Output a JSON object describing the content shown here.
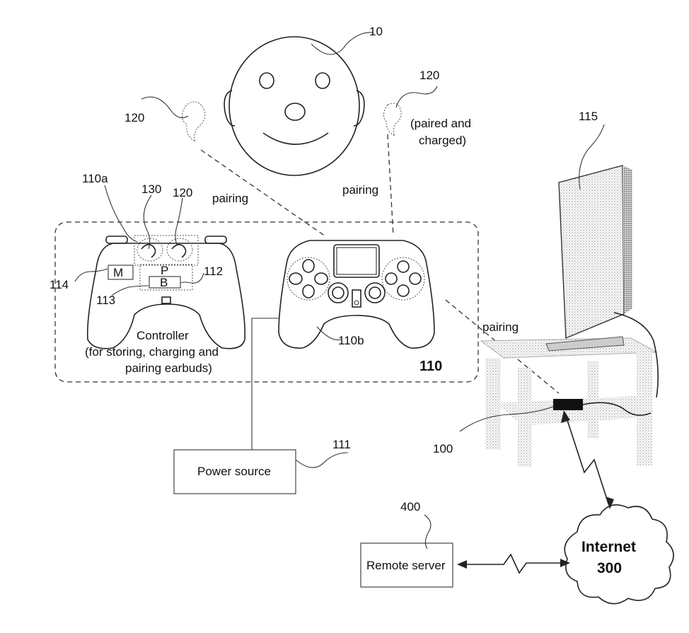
{
  "diagram": {
    "reference_numerals": {
      "user": "10",
      "earbud_left": "120",
      "earbud_right": "120",
      "controller_a": "110a",
      "stored_earbud": "130",
      "stored_earbud_b": "120",
      "module_m": "114",
      "module_pb": "112",
      "module_113": "113",
      "controller_b": "110b",
      "controller_system": "110",
      "display": "115",
      "power_source": "111",
      "console": "100",
      "remote_server": "400"
    },
    "labels": {
      "paired_line1": "(paired and",
      "paired_line2": "charged)",
      "pairing_left": "pairing",
      "pairing_right": "pairing",
      "pairing_console": "pairing",
      "controller_title": "Controller",
      "controller_desc1": "(for storing, charging and",
      "controller_desc2": "pairing earbuds)",
      "block_m": "M",
      "block_p": "P",
      "block_b": "B",
      "power_source_box": "Power source",
      "remote_server_box": "Remote server",
      "internet_line1": "Internet",
      "internet_line2": "300"
    }
  }
}
